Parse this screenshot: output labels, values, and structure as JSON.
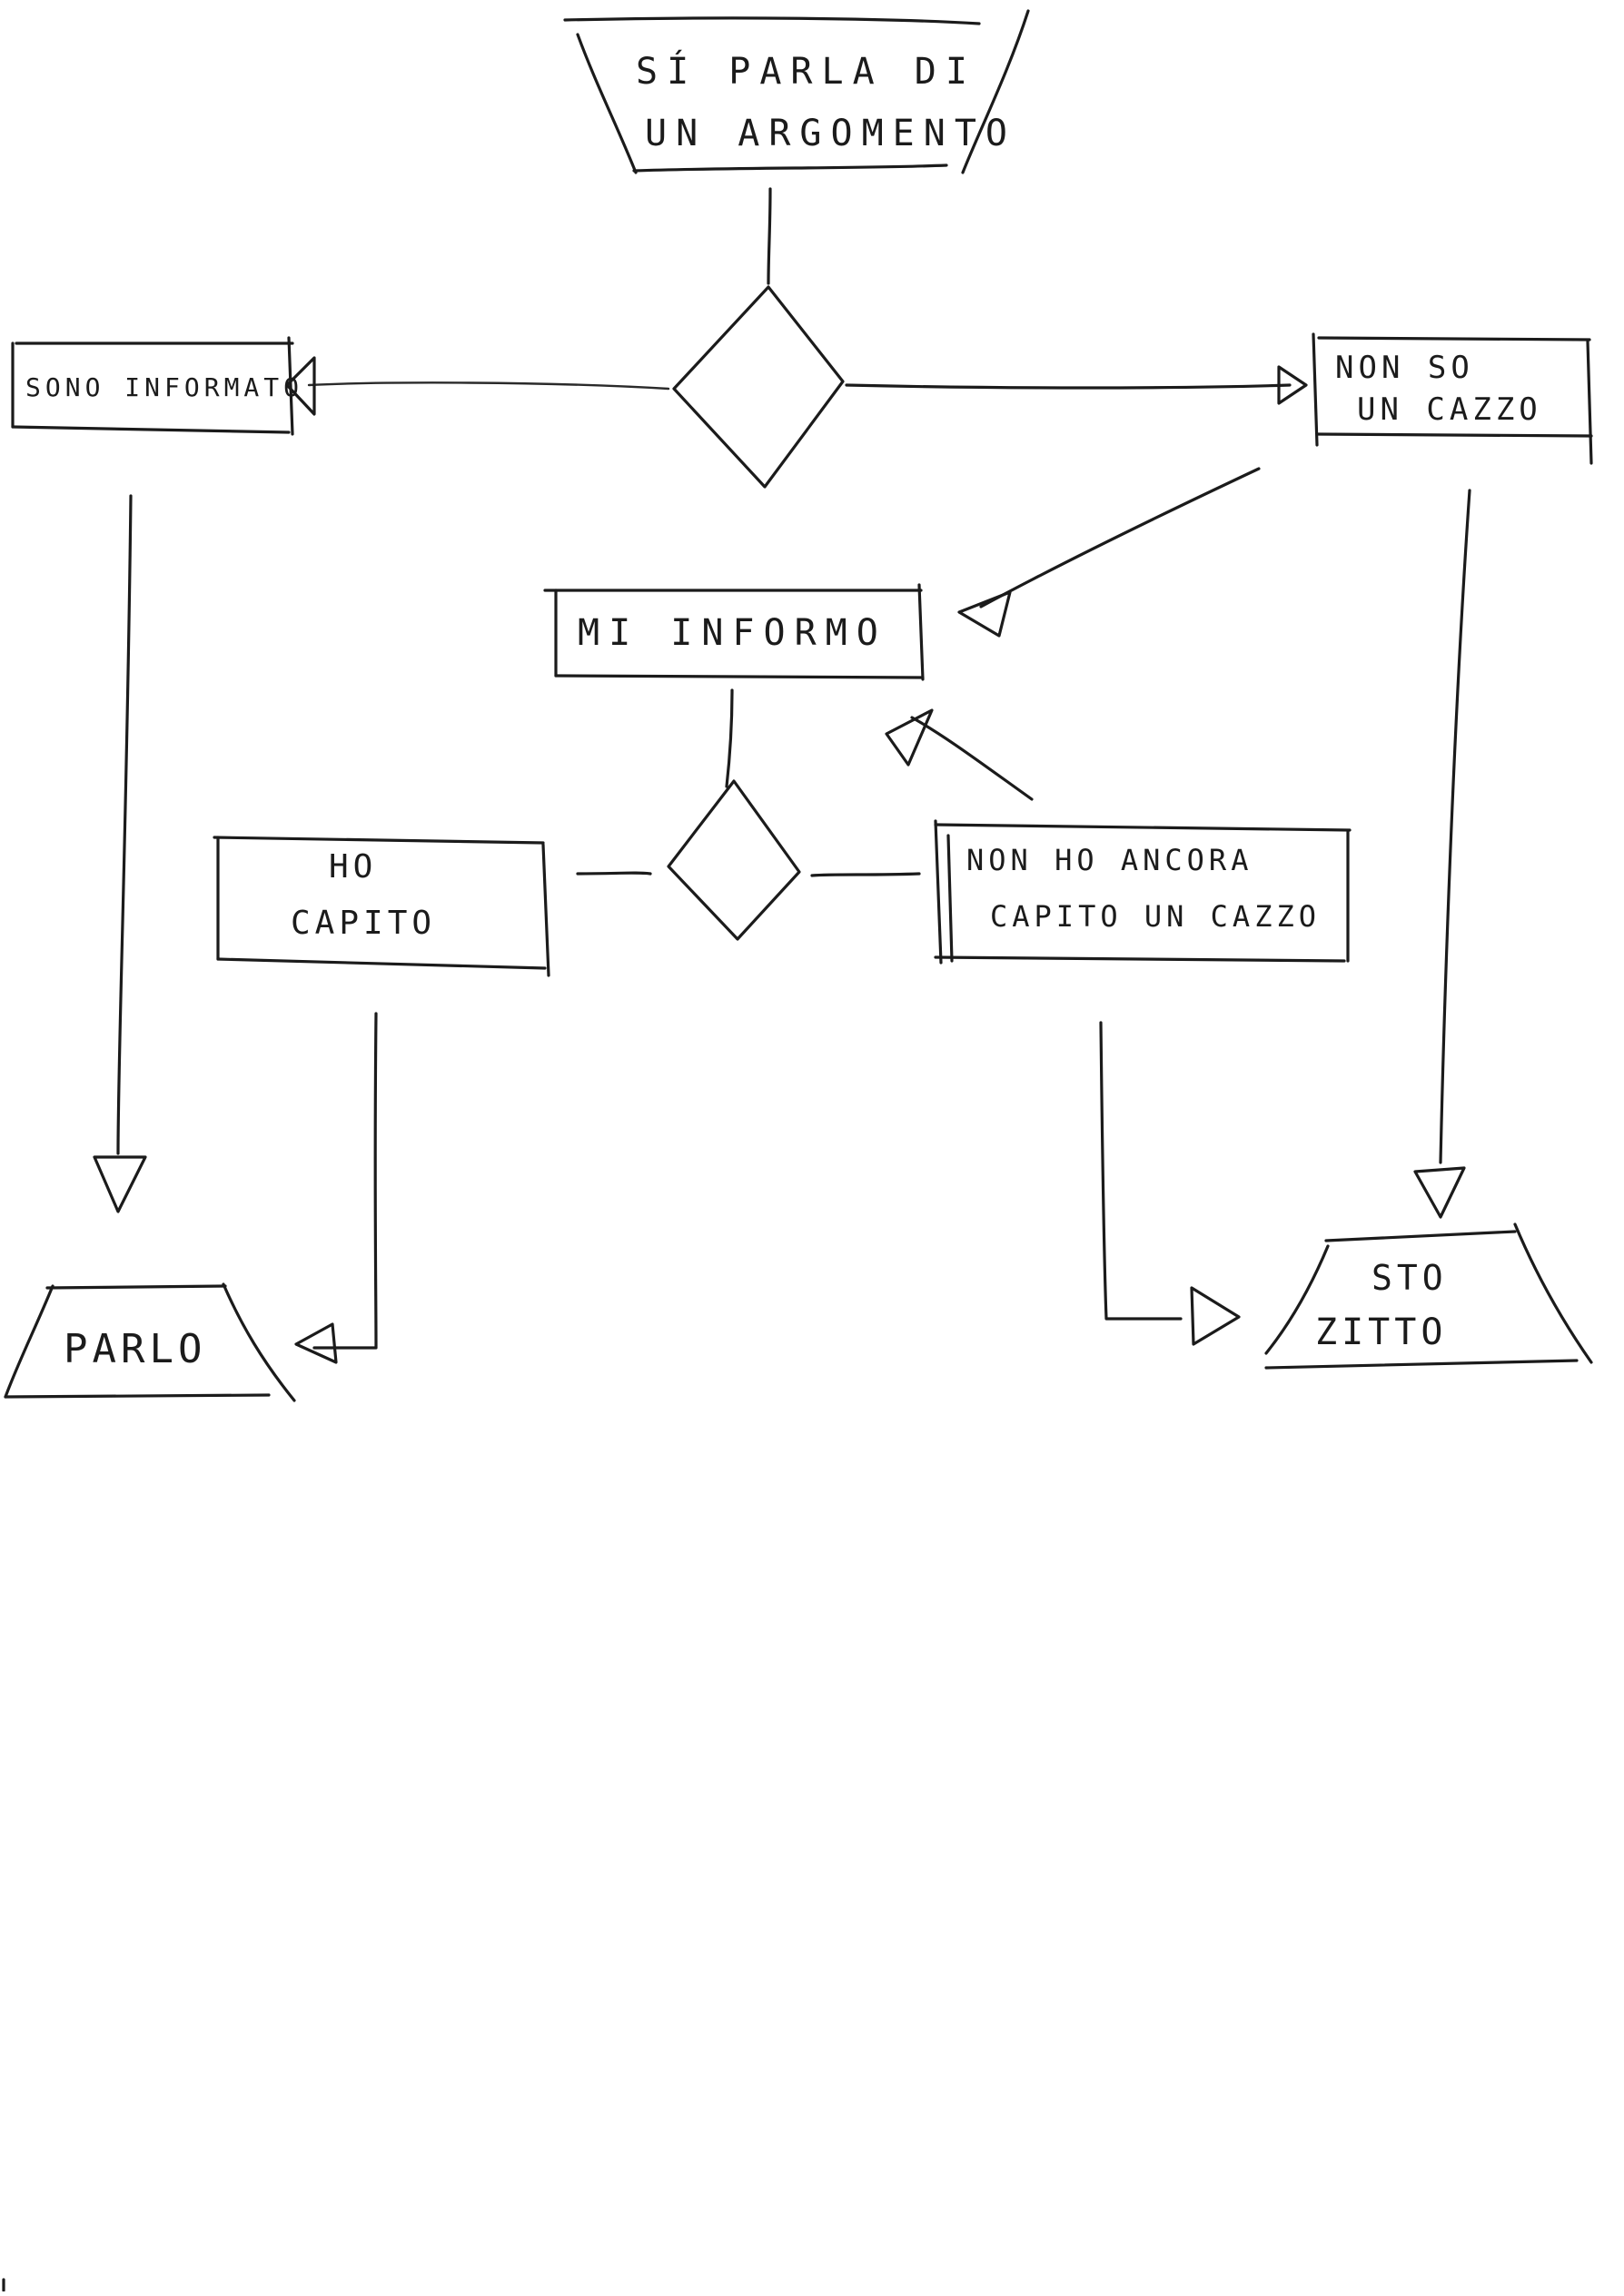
{
  "nodes": {
    "start": {
      "line1": "SÍ PARLA DI",
      "line2": "UN ARGOMENTO"
    },
    "informed": {
      "label": "SONO INFORMATO"
    },
    "not_know": {
      "line1": "NON SO",
      "line2": "UN CAZZO"
    },
    "inform": {
      "label": "MI INFORMO"
    },
    "understood": {
      "line1": "HO",
      "line2": "CAPITO"
    },
    "not_understood": {
      "line1": "NON HO ANCORA",
      "line2": "CAPITO UN CAZZO"
    },
    "talk": {
      "label": "PARLO"
    },
    "silent": {
      "line1": "STO",
      "line2": "ZITTO"
    }
  },
  "colors": {
    "ink": "#1b1b1b",
    "paper": "#ffffff"
  }
}
